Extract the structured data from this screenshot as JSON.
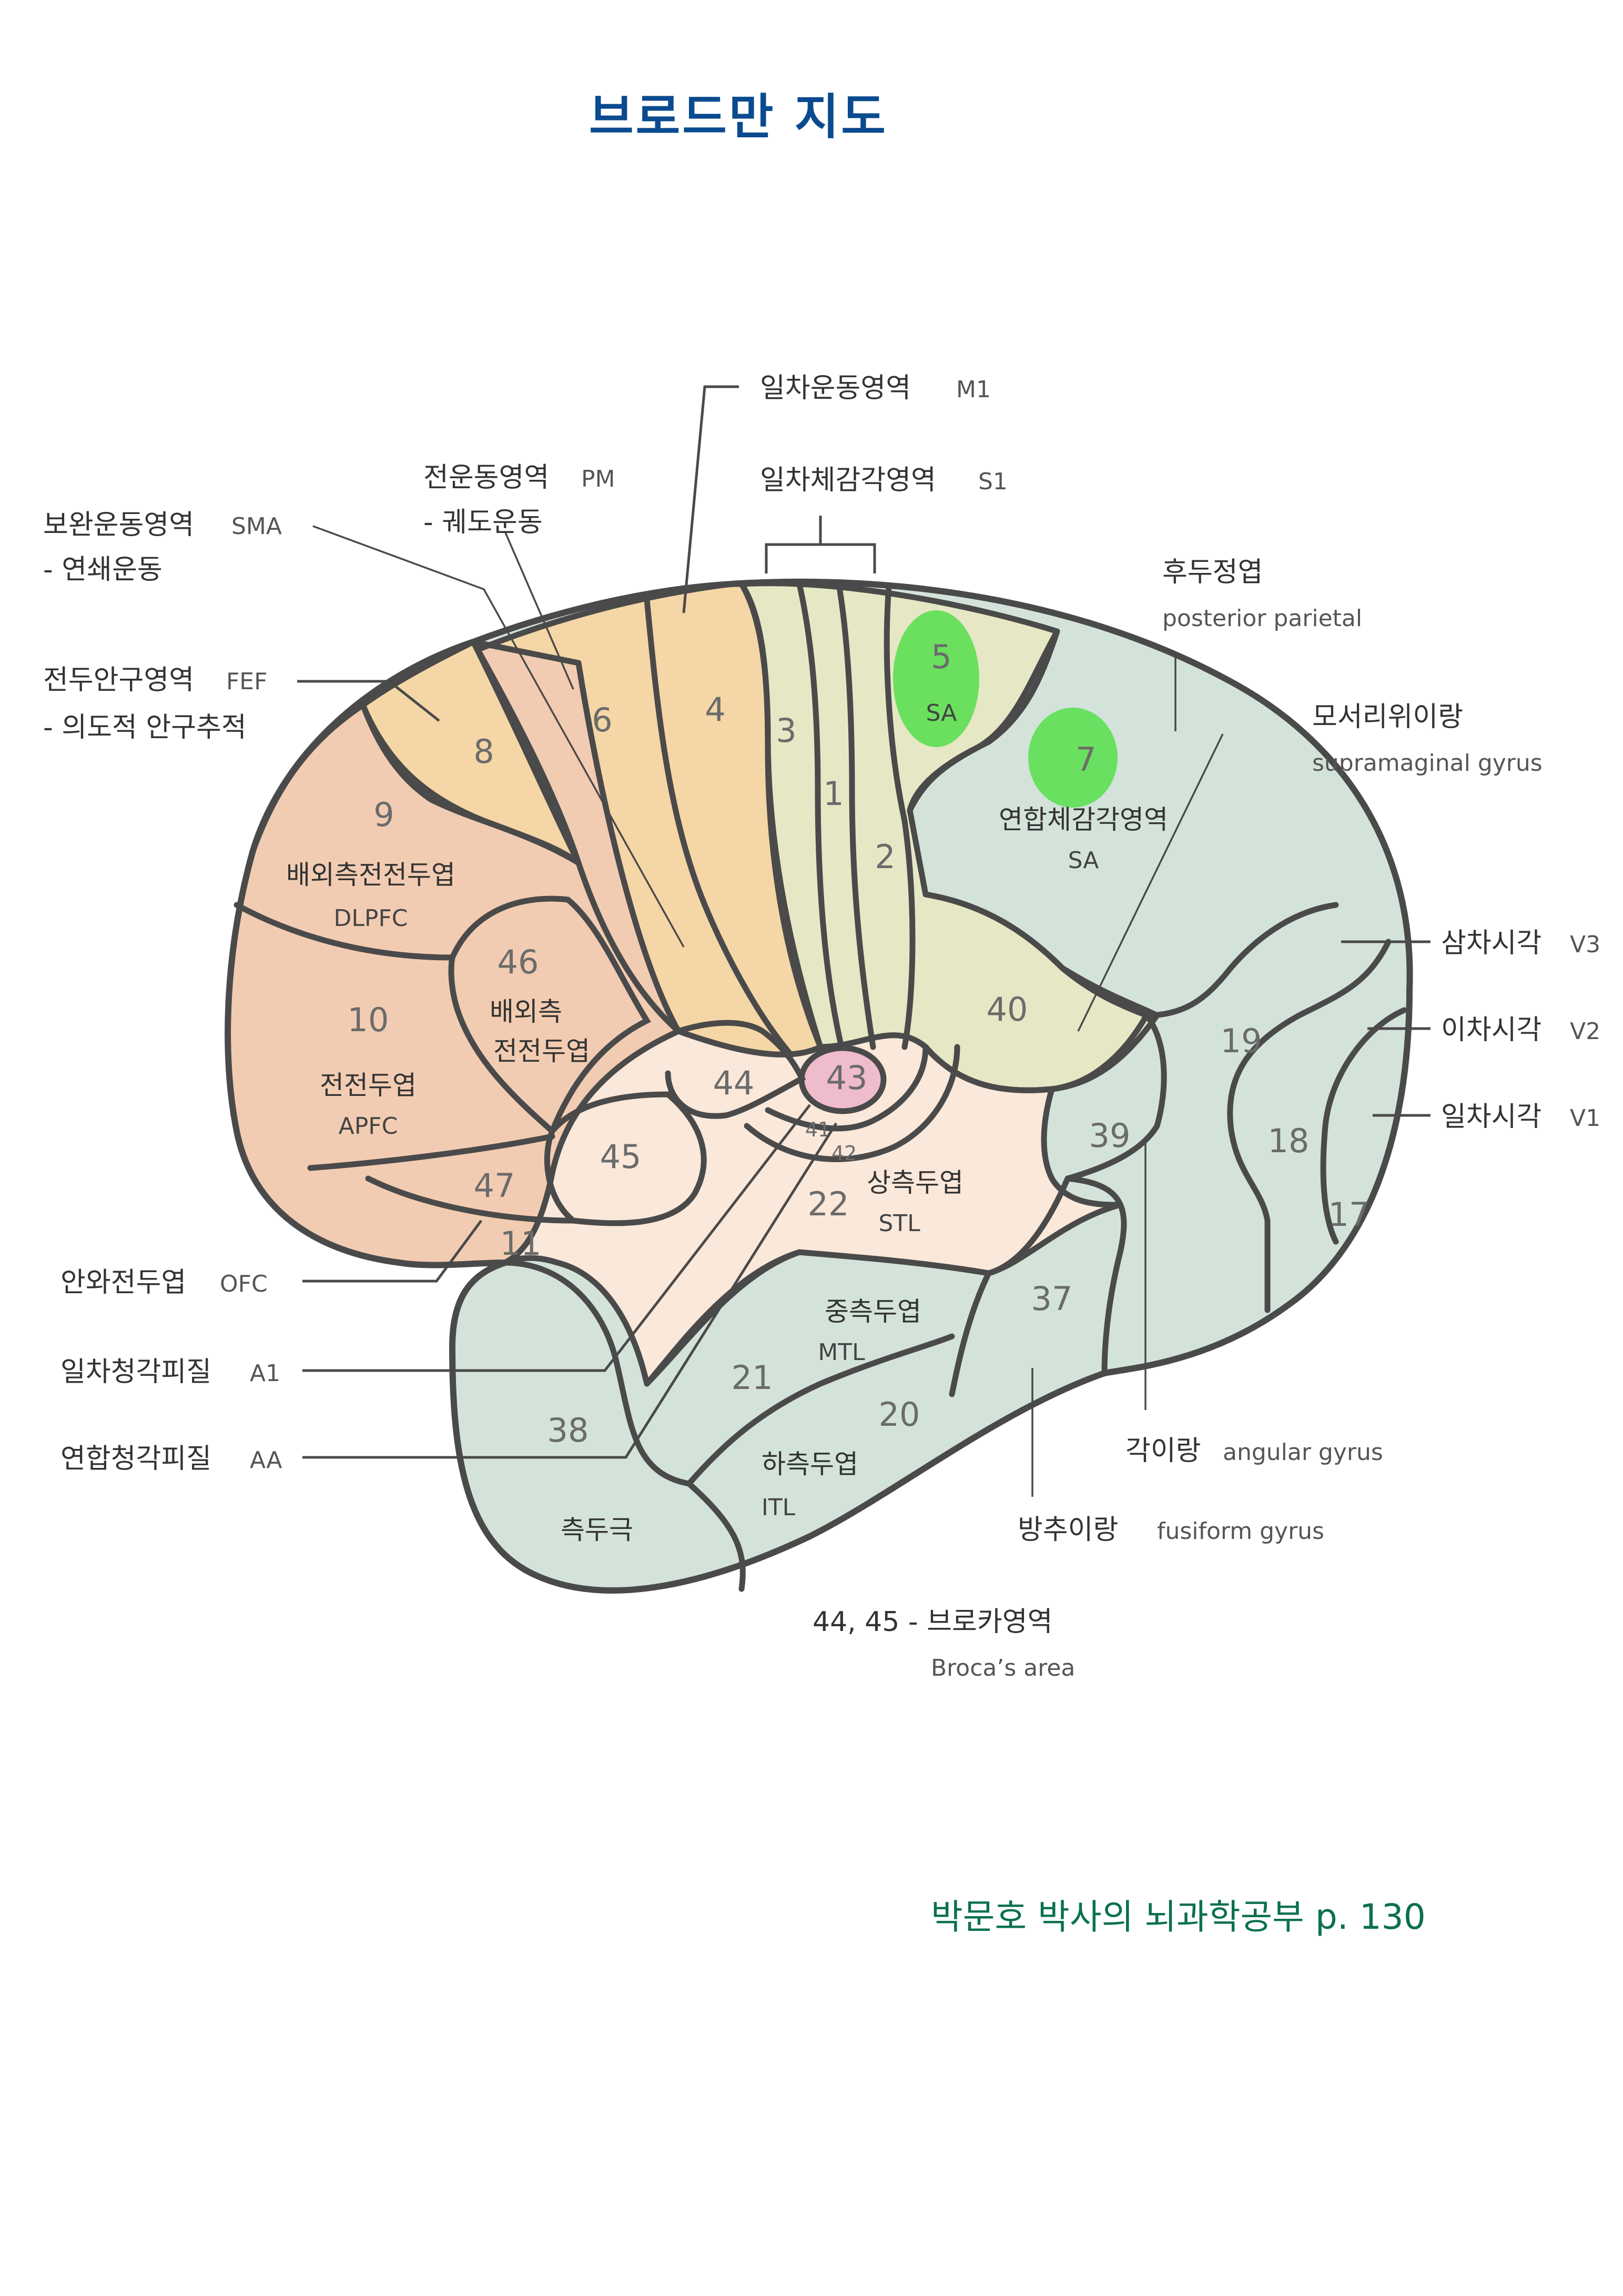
{
  "title": "브로드만 지도",
  "credit": "박문호 박사의 뇌과학공부 p. 130",
  "colors": {
    "title": "#0a4a8f",
    "credit": "#0b7050",
    "frontal": "#f2ccb2",
    "motor": "#f5d6a6",
    "somatosensory": "#e6e7c4",
    "parietal_temporal_occipital": "#d3e3da",
    "superior_temporal": "#fae8da",
    "area43": "#efbccc",
    "highlight": "#5fdf55"
  },
  "brodmann_areas": {
    "a1": "1",
    "a2": "2",
    "a3": "3",
    "a4": "4",
    "a5": "5",
    "a6": "6",
    "a7": "7",
    "a8": "8",
    "a9": "9",
    "a10": "10",
    "a11": "11",
    "a17": "17",
    "a18": "18",
    "a19": "19",
    "a20": "20",
    "a21": "21",
    "a22": "22",
    "a37": "37",
    "a38": "38",
    "a39": "39",
    "a40": "40",
    "a41": "41",
    "a42": "42",
    "a43": "43",
    "a44": "44",
    "a45": "45",
    "a46": "46",
    "a47": "47"
  },
  "highlighted_areas": [
    "5",
    "7"
  ],
  "inner_labels": {
    "dlpfc_ko": "배외측전전두엽",
    "dlpfc_en": "DLPFC",
    "lpfc_ko_1": "배외측",
    "lpfc_ko_2": "전전두엽",
    "apfc_ko": "전전두엽",
    "apfc_en": "APFC",
    "sa5_en": "SA",
    "sa7_ko": "연합체감각영역",
    "sa7_en": "SA",
    "stl_ko": "상측두엽",
    "stl_en": "STL",
    "mtl_ko": "중측두엽",
    "mtl_en": "MTL",
    "itl_ko": "하측두엽",
    "itl_en": "ITL",
    "temporal_pole_ko": "측두극"
  },
  "callouts": {
    "m1": {
      "ko": "일차운동영역",
      "en": "M1"
    },
    "s1": {
      "ko": "일차체감각영역",
      "en": "S1"
    },
    "pm": {
      "ko": "전운동영역",
      "en": "PM",
      "note": "- 궤도운동"
    },
    "sma": {
      "ko": "보완운동영역",
      "en": "SMA",
      "note": "- 연쇄운동"
    },
    "fef": {
      "ko": "전두안구영역",
      "en": "FEF",
      "note": "- 의도적 안구추적"
    },
    "posterior_parietal": {
      "ko": "후두정엽",
      "en": "posterior parietal"
    },
    "supramarginal": {
      "ko": "모서리위이랑",
      "en": "supramaginal gyrus"
    },
    "v3": {
      "ko": "삼차시각",
      "en": "V3"
    },
    "v2": {
      "ko": "이차시각",
      "en": "V2"
    },
    "v1": {
      "ko": "일차시각",
      "en": "V1"
    },
    "ofc": {
      "ko": "안와전두엽",
      "en": "OFC"
    },
    "a1": {
      "ko": "일차청각피질",
      "en": "A1"
    },
    "aa": {
      "ko": "연합청각피질",
      "en": "AA"
    },
    "angular": {
      "ko": "각이랑",
      "en": "angular gyrus"
    },
    "fusiform": {
      "ko": "방추이랑",
      "en": "fusiform gyrus"
    },
    "broca": {
      "ko": "44, 45 - 브로카영역",
      "en": "Broca’s area"
    }
  }
}
